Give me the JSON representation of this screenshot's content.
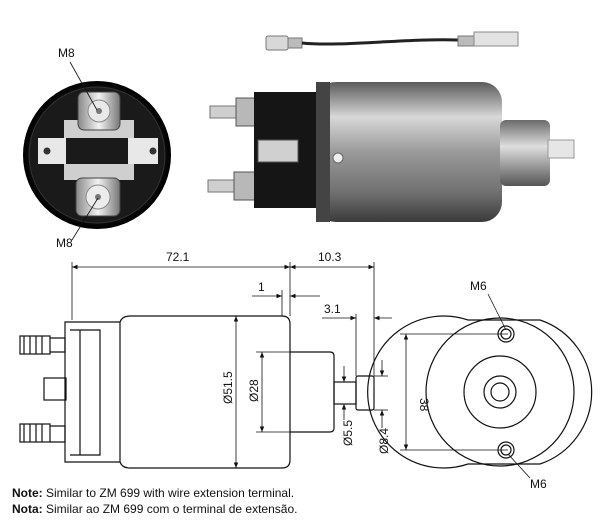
{
  "photo": {
    "front": {
      "label_top": "M8",
      "label_bottom": "M8"
    }
  },
  "drawing": {
    "dims": {
      "overall_length": "72.1",
      "plunger_length": "10.3",
      "step": "1",
      "tip": "3.1",
      "body_dia": "Ø51.5",
      "boss_dia": "Ø28",
      "plunger_dia": "Ø5.5",
      "tip_dia": "Ø8.4",
      "end_height": "38"
    },
    "end_view": {
      "thread_top": "M6",
      "thread_bottom": "M6"
    }
  },
  "notes": {
    "en_label": "Note:",
    "en_text": "Similar to ZM 699 with wire extension terminal.",
    "pt_label": "Nota:",
    "pt_text": "Similar ao ZM 699 com o terminal de extensão."
  }
}
